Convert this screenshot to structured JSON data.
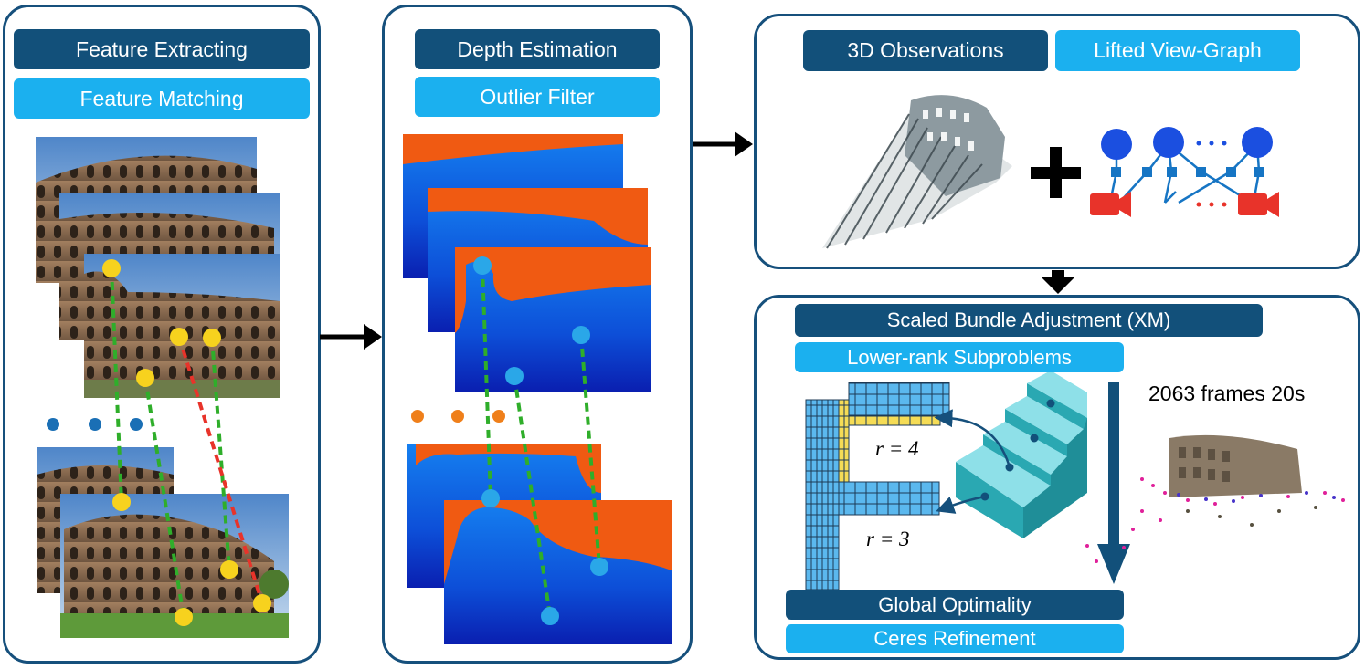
{
  "stage1": {
    "label_top": "Feature Extracting",
    "label_bottom": "Feature Matching"
  },
  "stage2": {
    "label_top": "Depth Estimation",
    "label_bottom": "Outlier Filter"
  },
  "stage3": {
    "label_left": "3D Observations",
    "label_right": "Lifted View-Graph"
  },
  "stage4": {
    "title": "Scaled Bundle Adjustment (XM)",
    "sub": "Lower-rank Subproblems",
    "r4": "r = 4",
    "r3": "r = 3",
    "frames": "2063 frames 20s",
    "opt": "Global Optimality",
    "refine": "Ceres Refinement"
  },
  "colors": {
    "dark": "#12507a",
    "light": "#1bb0ef",
    "border": "#16507c",
    "match_good": "#2fae2a",
    "match_bad": "#e8332a",
    "keypoint": "#f7d21e",
    "depth_point": "#2aa7e8",
    "camera": "#e8332a",
    "node": "#1b4fe0"
  }
}
